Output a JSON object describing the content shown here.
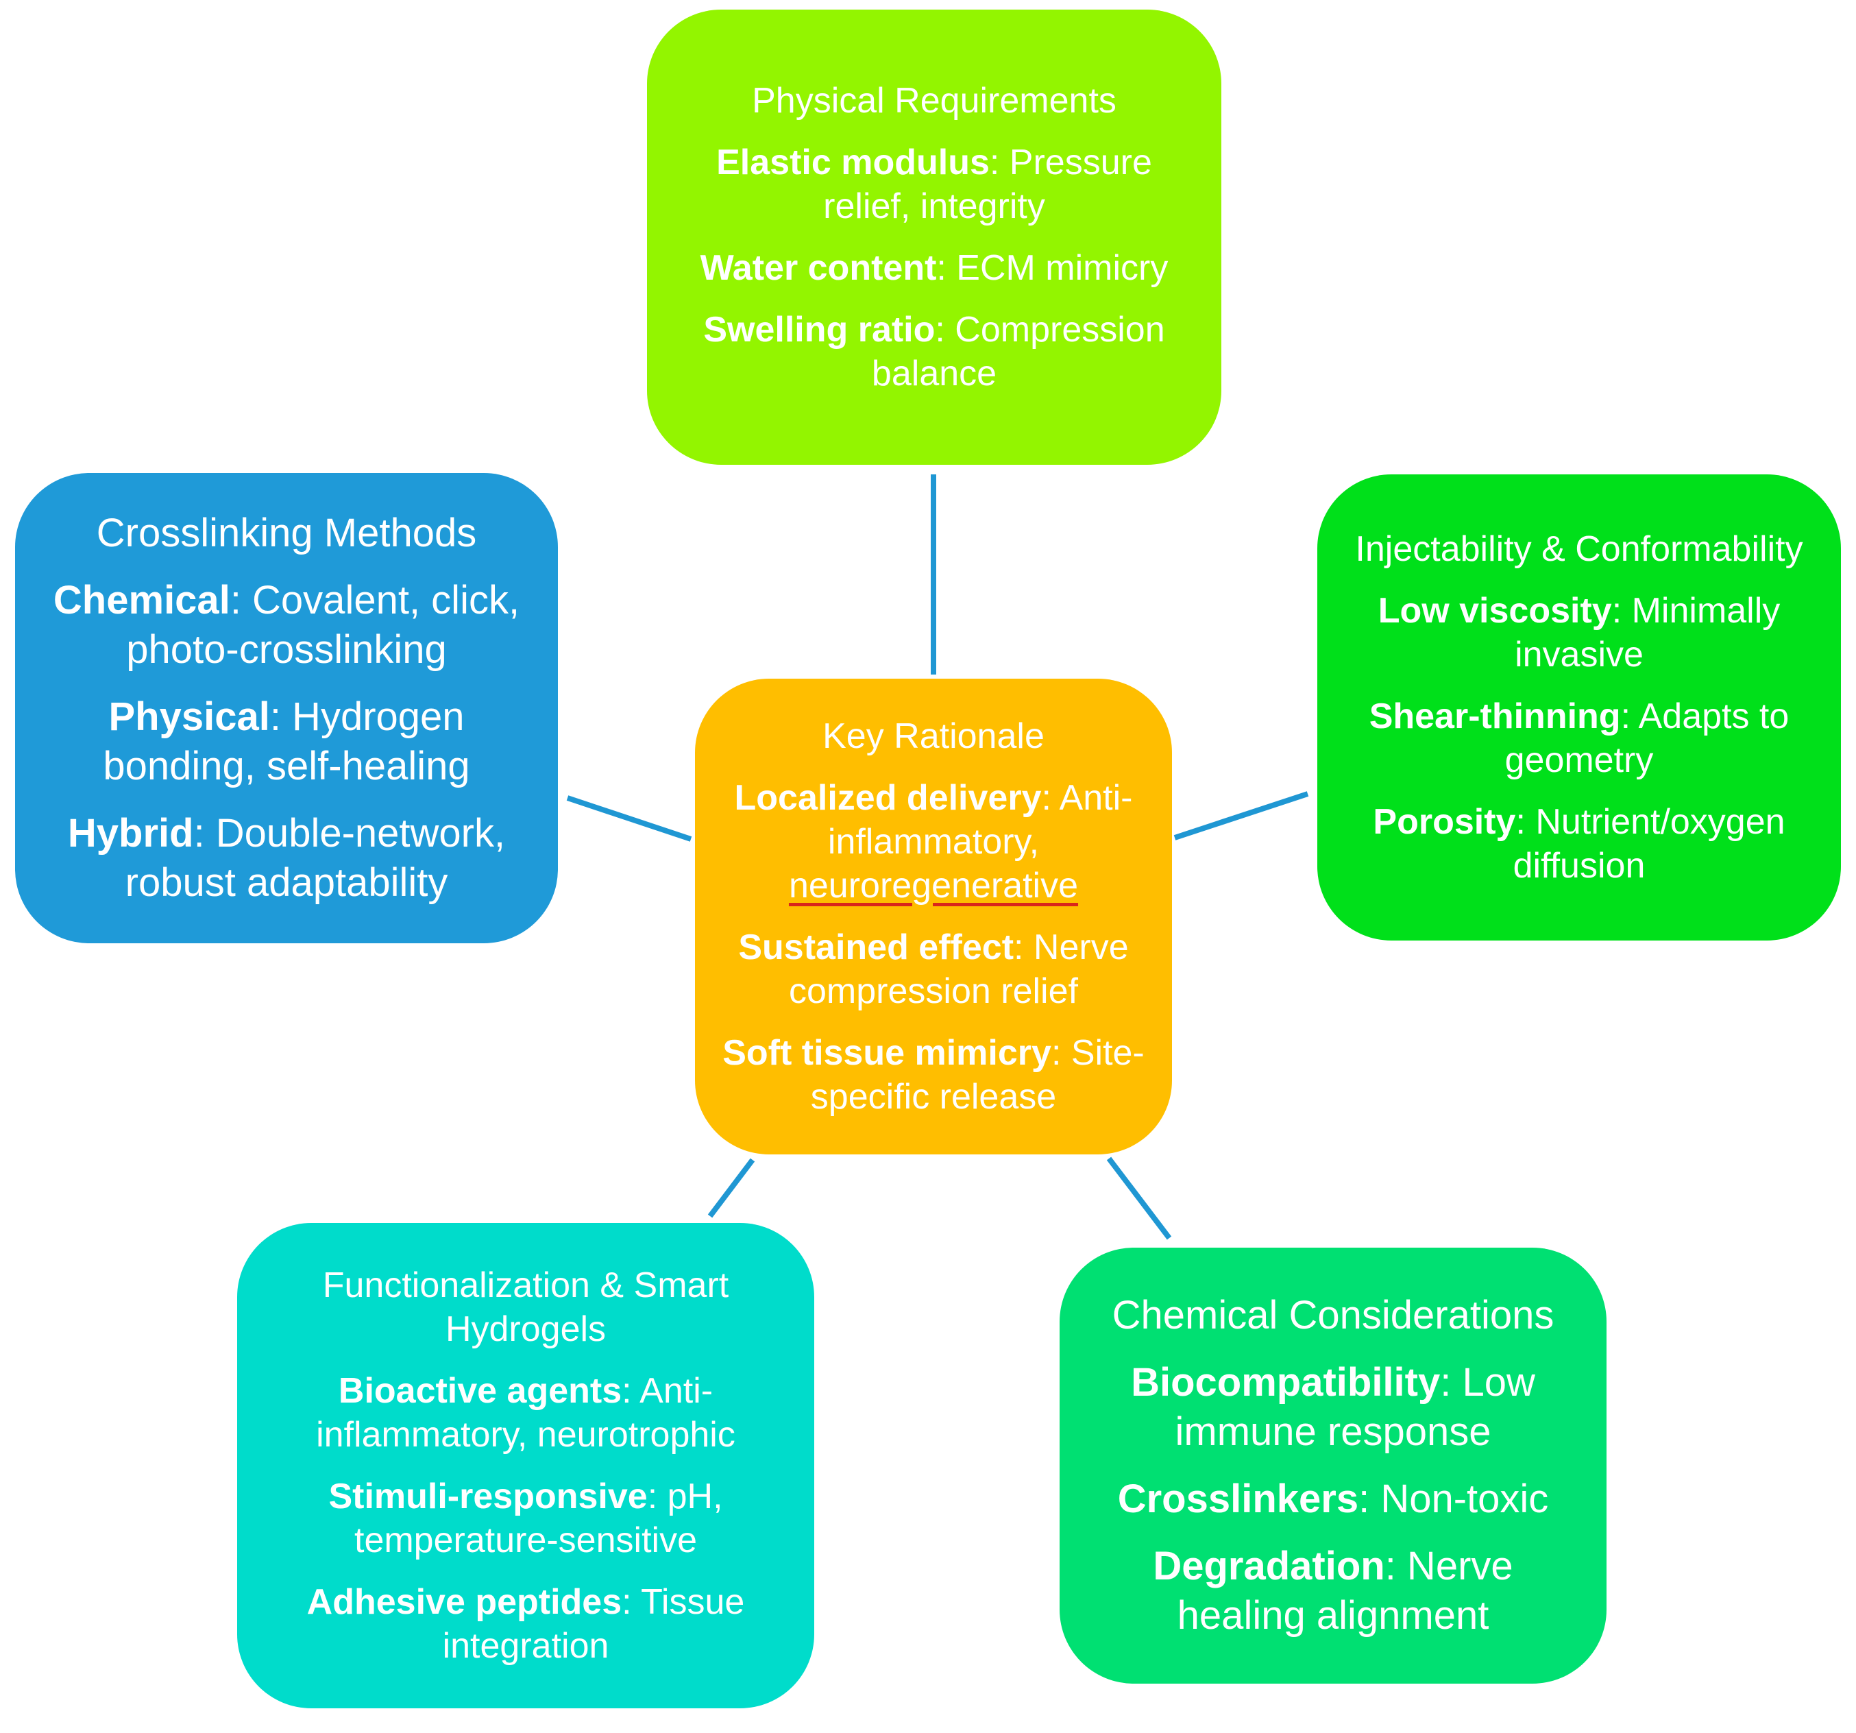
{
  "nodes": {
    "physical": {
      "title": "Physical Requirements",
      "entries": [
        {
          "term": "Elastic modulus",
          "desc": ": Pressure relief, integrity"
        },
        {
          "term": "Water content",
          "desc": ": ECM mimicry"
        },
        {
          "term": "Swelling ratio",
          "desc": ": Compression balance"
        }
      ]
    },
    "crosslink": {
      "title": "Crosslinking Methods",
      "entries": [
        {
          "term": "Chemical",
          "desc": ": Covalent, click, photo-crosslinking"
        },
        {
          "term": "Physical",
          "desc": ": Hydrogen bonding, self-healing"
        },
        {
          "term": "Hybrid",
          "desc": ": Double-network, robust adaptability"
        }
      ]
    },
    "inject": {
      "title": "Injectability & Conformability",
      "entries": [
        {
          "term": "Low viscosity",
          "desc": ": Minimally invasive"
        },
        {
          "term": "Shear-thinning",
          "desc": ": Adapts to geometry"
        },
        {
          "term": "Porosity",
          "desc": ": Nutrient/oxygen diffusion"
        }
      ]
    },
    "key": {
      "title": "Key Rationale",
      "entries": [
        {
          "term": "Localized delivery",
          "desc": ": Anti-inflammatory, ",
          "desc_underlined": "neuroregenerative"
        },
        {
          "term": "Sustained effect",
          "desc": ": Nerve compression relief"
        },
        {
          "term": "Soft tissue mimicry",
          "desc": ": Site-specific release"
        }
      ]
    },
    "function": {
      "title": "Functionalization & Smart Hydrogels",
      "entries": [
        {
          "term": "Bioactive agents",
          "desc": ": Anti-inflammatory, neurotrophic"
        },
        {
          "term": "Stimuli-responsive",
          "desc": ": pH, temperature-sensitive"
        },
        {
          "term": "Adhesive peptides",
          "desc": ": Tissue integration"
        }
      ]
    },
    "chemical": {
      "title": "Chemical Considerations",
      "entries": [
        {
          "term": "Biocompatibility",
          "desc": ": Low immune response"
        },
        {
          "term": "Crosslinkers",
          "desc": ": Non-toxic"
        },
        {
          "term": "Degradation",
          "desc": ": Nerve healing alignment"
        }
      ]
    }
  },
  "colors": {
    "physical": "#93f500",
    "crosslink": "#1f9ad8",
    "inject": "#00e01a",
    "key": "#ffbe00",
    "function": "#00dccb",
    "chemical": "#00e072",
    "connector": "#1f97d3"
  }
}
